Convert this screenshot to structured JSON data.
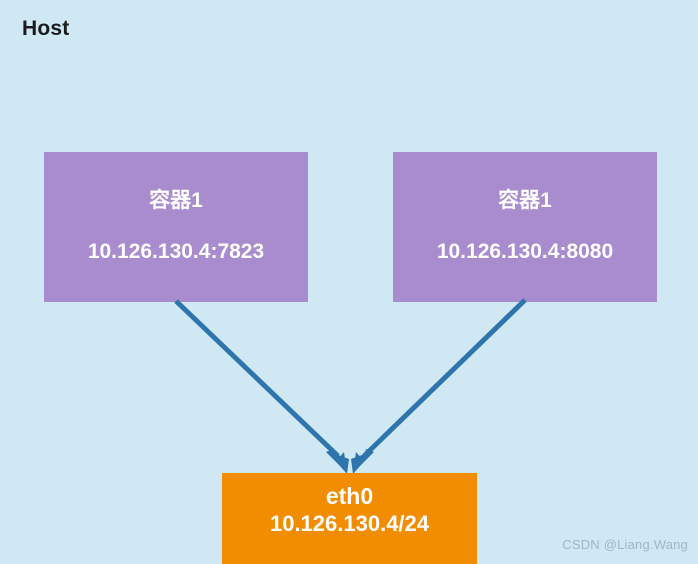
{
  "diagram": {
    "title": "Host",
    "background_color": "#cfe8f3",
    "watermark": "CSDN @Liang.Wang",
    "containers": [
      {
        "name": "容器1",
        "address": "10.126.130.4:7823",
        "color": "#a98ccd"
      },
      {
        "name": "容器1",
        "address": "10.126.130.4:8080",
        "color": "#a98ccd"
      }
    ],
    "interface": {
      "name": "eth0",
      "address": "10.126.130.4/24",
      "color": "#f28c00"
    },
    "arrows": {
      "color": "#2e75ad",
      "count": 2
    }
  }
}
